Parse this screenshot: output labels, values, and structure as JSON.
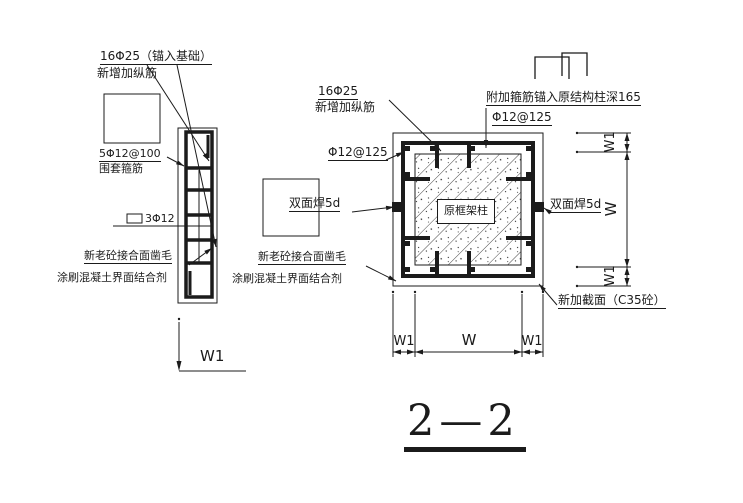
{
  "meta": {
    "paper": "#ffffff",
    "ink": "#1b1b1b"
  },
  "elevation": {
    "rebar_callout_line1": "16Φ25（锚入基础）",
    "rebar_callout_line2": "新增加纵筋",
    "stirrup_spec": "5Φ12@100",
    "stirrup_name": "围套箍筋",
    "tie_bars": "3Φ12",
    "surface_note_line1": "新老砼接合面凿毛",
    "surface_note_line2": "涂刷混凝土界面结合剂",
    "dim_w1": "W1"
  },
  "section": {
    "rebar_spec": "16Φ25",
    "rebar_name": "新增加纵筋",
    "hoop_spec_left": "Φ12@125",
    "added_stirrup_note": "附加箍筋锚入原结构柱深165",
    "hoop_spec_right": "Φ12@125",
    "weld_left": "双面焊5d",
    "weld_right": "双面焊5d",
    "original_column": "原框架柱",
    "surface_note_line1": "新老砼接合面凿毛",
    "surface_note_line2": "涂刷混凝土界面结合剂",
    "new_section_note": "新加截面（C35砼）",
    "dim_bottom": {
      "left": "W1",
      "middle": "W",
      "right": "W1"
    },
    "dim_right": {
      "top": "W1",
      "middle": "W",
      "bottom": "W1"
    }
  },
  "title": "2—2"
}
